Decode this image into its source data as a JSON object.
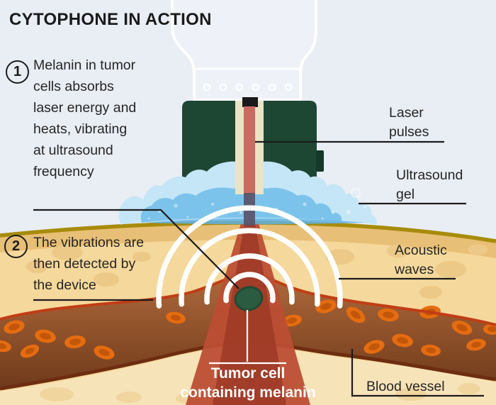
{
  "title": "CYTOPHONE IN ACTION",
  "steps": [
    {
      "number": "1",
      "lines": [
        "Melanin in tumor",
        "cells absorbs",
        "laser energy and",
        "heats, vibrating",
        "at ultrasound",
        "frequency"
      ]
    },
    {
      "number": "2",
      "lines": [
        "The vibrations are",
        "then detected by",
        "the device"
      ]
    }
  ],
  "labels": {
    "laser_pulses": {
      "lines": [
        "Laser",
        "pulses"
      ]
    },
    "ultrasound_gel": {
      "lines": [
        "Ultrasound",
        "gel"
      ]
    },
    "acoustic_waves": {
      "lines": [
        "Acoustic",
        "waves"
      ]
    },
    "blood_vessel": {
      "lines": [
        "Blood vessel"
      ]
    },
    "tumor_caption": {
      "lines": [
        "Tumor cell",
        "containing melanin"
      ]
    }
  },
  "colors": {
    "background": "#e9edf4",
    "title_text": "#1b1b1b",
    "body_text": "#262626",
    "line_dark": "#1c1c1c",
    "caption_white": "#ffffff",
    "handle_white": "#ffffff",
    "handle_fill": "#eef1f7",
    "device_green": "#1d4733",
    "device_green_dark": "#15382a",
    "channel_cream": "#eae3c5",
    "laser_salmon": "#c96b60",
    "laser_cap": "#1a1a1a",
    "gel_light": "#c5e6f7",
    "gel_mid": "#7cc3ec",
    "gel_deep": "#5fb0e2",
    "beam_in_gel": "#585468",
    "skin_gold": "#a78b0b",
    "skin_band": "#e8bf76",
    "skin_main": "#f5d89b",
    "skin_blob": "#ecc987",
    "skin_lower": "#f7e3b8",
    "vessel_top": "#b06a3c",
    "vessel_bottom": "#6f3a1a",
    "vessel_wall_top": "#c13d15",
    "vessel_wall_bottom": "#6e2d10",
    "rbc": "#e56c10",
    "rbc_dark": "#c2560a",
    "beam": "#bc4e34",
    "beam_core": "#9d3a26",
    "wave_white": "#ffffff",
    "tumor_green": "#2b5b40"
  }
}
